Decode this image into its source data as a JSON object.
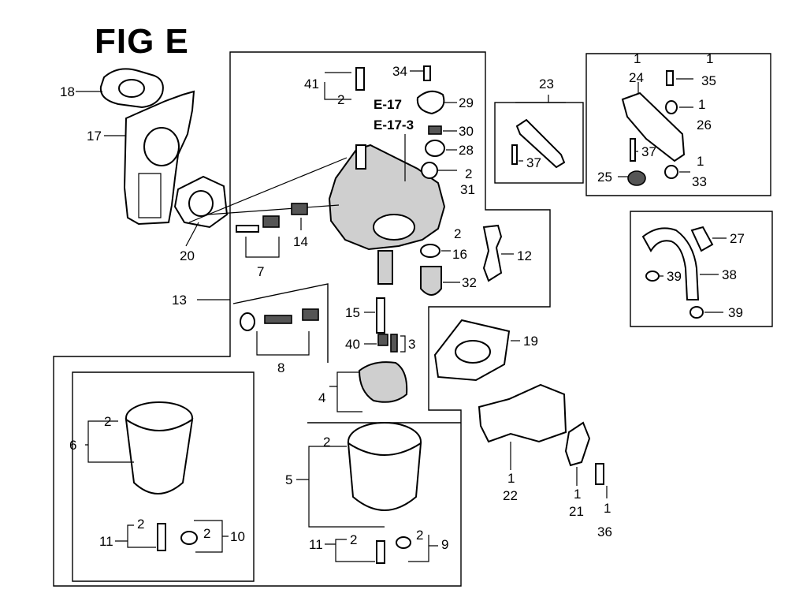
{
  "title": "FIG E",
  "refs": {
    "e17": "E-17",
    "e173": "E-17-3"
  },
  "callouts": {
    "c1": "1",
    "c2": "2",
    "c3": "3",
    "c4": "4",
    "c5": "5",
    "c6": "6",
    "c7": "7",
    "c8": "8",
    "c9": "9",
    "c10": "10",
    "c11": "11",
    "c12": "12",
    "c13": "13",
    "c14": "14",
    "c15": "15",
    "c16": "16",
    "c17": "17",
    "c18": "18",
    "c19": "19",
    "c20": "20",
    "c21": "21",
    "c22": "22",
    "c23": "23",
    "c24": "24",
    "c25": "25",
    "c26": "26",
    "c27": "27",
    "c28": "28",
    "c29": "29",
    "c30": "30",
    "c31": "31",
    "c32": "32",
    "c33": "33",
    "c34": "34",
    "c35": "35",
    "c36": "36",
    "c37": "37",
    "c38": "38",
    "c39": "39",
    "c40": "40",
    "c41": "41"
  }
}
